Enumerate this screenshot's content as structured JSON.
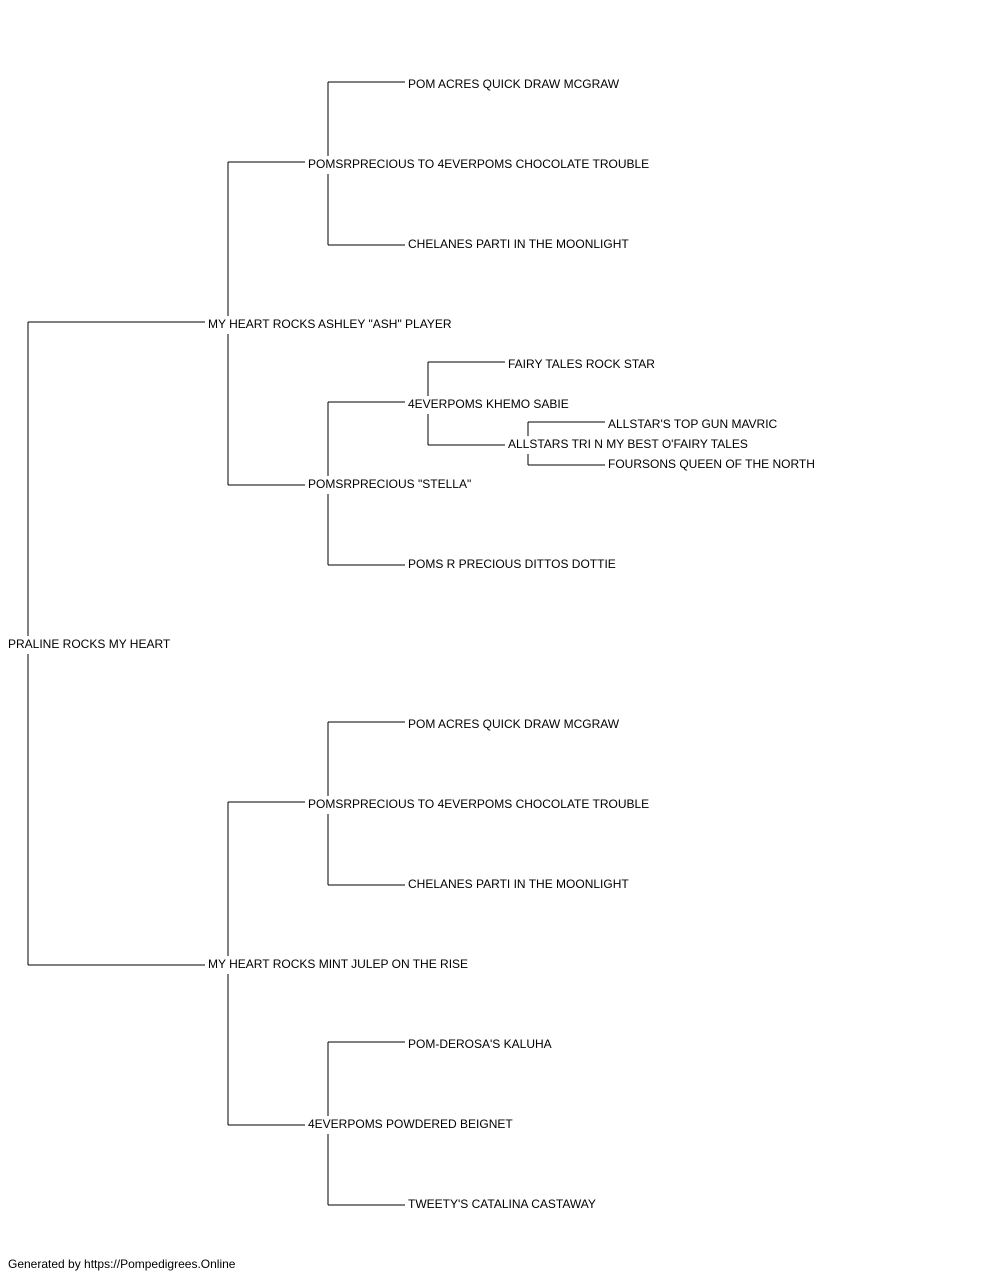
{
  "pedigree": {
    "subject": "PRALINE ROCKS MY HEART",
    "sire": {
      "name": "MY HEART ROCKS ASHLEY \"ASH\" PLAYER",
      "sire": {
        "name": "POMSRPRECIOUS TO 4EVERPOMS CHOCOLATE TROUBLE",
        "sire": {
          "name": "POM ACRES QUICK DRAW MCGRAW"
        },
        "dam": {
          "name": "CHELANES PARTI IN THE MOONLIGHT"
        }
      },
      "dam": {
        "name": "POMSRPRECIOUS \"STELLA\"",
        "sire": {
          "name": "4EVERPOMS KHEMO SABIE",
          "sire": {
            "name": "FAIRY TALES ROCK STAR"
          },
          "dam": {
            "name": "ALLSTARS TRI N MY BEST O'FAIRY TALES",
            "sire": {
              "name": "ALLSTAR'S TOP GUN MAVRIC"
            },
            "dam": {
              "name": "FOURSONS QUEEN OF THE NORTH"
            }
          }
        },
        "dam": {
          "name": "POMS R PRECIOUS DITTOS DOTTIE"
        }
      }
    },
    "dam": {
      "name": "MY HEART ROCKS MINT JULEP ON THE RISE",
      "sire": {
        "name": "POMSRPRECIOUS TO 4EVERPOMS CHOCOLATE TROUBLE",
        "sire": {
          "name": "POM ACRES QUICK DRAW MCGRAW"
        },
        "dam": {
          "name": "CHELANES PARTI IN THE MOONLIGHT"
        }
      },
      "dam": {
        "name": "4EVERPOMS POWDERED BEIGNET",
        "sire": {
          "name": "POM-DEROSA'S KALUHA"
        },
        "dam": {
          "name": "TWEETY'S CATALINA CASTAWAY"
        }
      }
    }
  },
  "footer": {
    "text": "Generated by https://Pompedigrees.Online"
  }
}
